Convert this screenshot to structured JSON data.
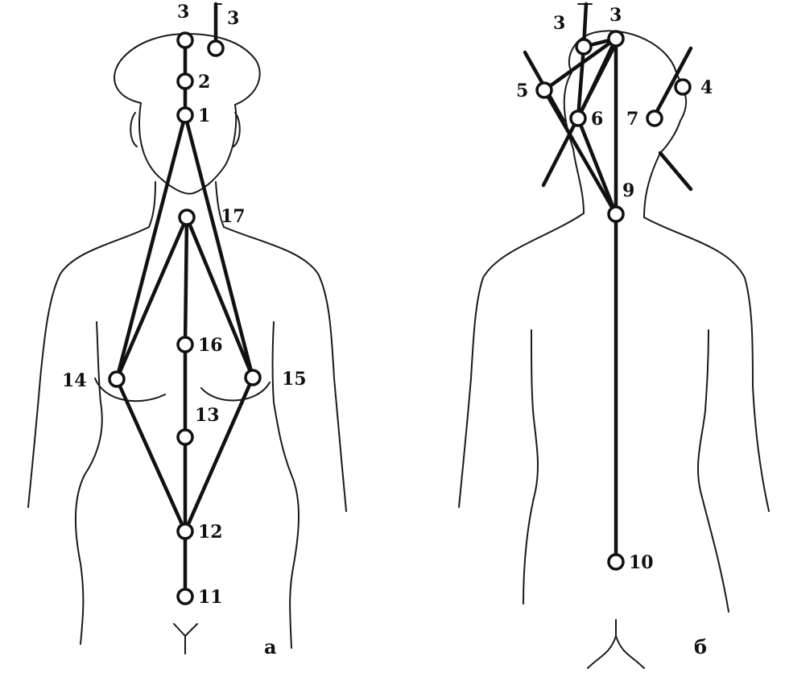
{
  "panels": [
    {
      "id": "a",
      "label": "а",
      "nodes": [
        {
          "id": "3a",
          "label": "3"
        },
        {
          "id": "3b",
          "label": "3"
        },
        {
          "id": "2",
          "label": "2"
        },
        {
          "id": "1",
          "label": "1"
        },
        {
          "id": "17",
          "label": "17"
        },
        {
          "id": "16",
          "label": "16"
        },
        {
          "id": "14",
          "label": "14"
        },
        {
          "id": "15",
          "label": "15"
        },
        {
          "id": "13",
          "label": "13"
        },
        {
          "id": "12",
          "label": "12"
        },
        {
          "id": "11",
          "label": "11"
        }
      ],
      "edges": [
        [
          "3a",
          "2"
        ],
        [
          "2",
          "1"
        ],
        [
          "1",
          "14"
        ],
        [
          "1",
          "15"
        ],
        [
          "17",
          "14"
        ],
        [
          "17",
          "15"
        ],
        [
          "17",
          "16"
        ],
        [
          "16",
          "13"
        ],
        [
          "13",
          "12"
        ],
        [
          "14",
          "12"
        ],
        [
          "15",
          "12"
        ],
        [
          "12",
          "11"
        ]
      ]
    },
    {
      "id": "b",
      "label": "б",
      "nodes": [
        {
          "id": "3a",
          "label": "3"
        },
        {
          "id": "3b",
          "label": "3"
        },
        {
          "id": "4",
          "label": "4"
        },
        {
          "id": "5",
          "label": "5"
        },
        {
          "id": "6",
          "label": "6"
        },
        {
          "id": "7",
          "label": "7"
        },
        {
          "id": "9",
          "label": "9"
        },
        {
          "id": "10",
          "label": "10"
        }
      ],
      "edges": [
        [
          "3b",
          "3a"
        ],
        [
          "3b",
          "5"
        ],
        [
          "3b",
          "6"
        ],
        [
          "3b",
          "9"
        ],
        [
          "3a",
          "6"
        ],
        [
          "5",
          "9"
        ],
        [
          "6",
          "9"
        ],
        [
          "9",
          "10"
        ]
      ]
    }
  ],
  "colors": {
    "ink": "#111111",
    "paper": "#ffffff"
  }
}
